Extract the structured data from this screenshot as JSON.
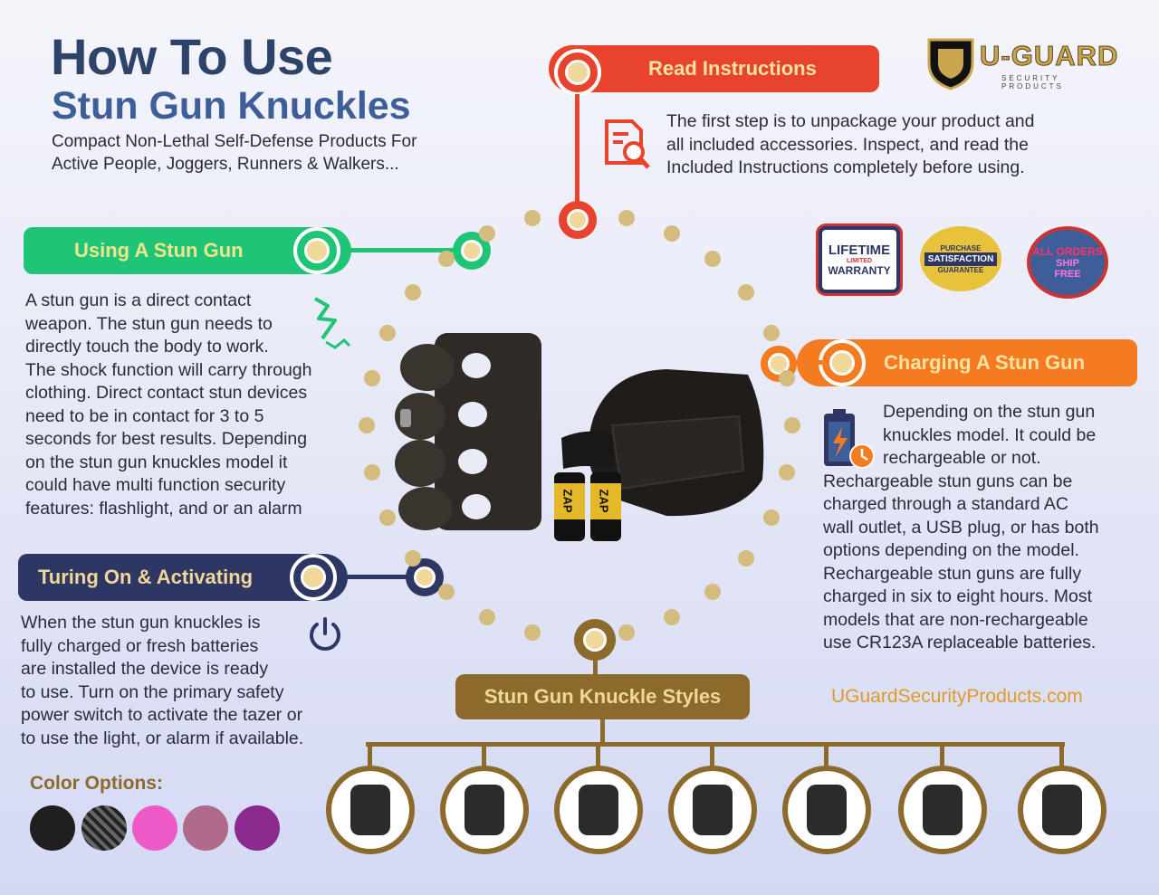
{
  "header": {
    "title": "How To Use",
    "subtitle": "Stun Gun Knuckles",
    "tagline_line1": "Compact Non-Lethal Self-Defense Products For",
    "tagline_line2": "Active People, Joggers, Runners & Walkers..."
  },
  "brand": {
    "name": "U-GUARD",
    "sub": "SECURITY PRODUCTS",
    "website": "UGuardSecurityProducts.com"
  },
  "sections": {
    "read": {
      "title": "Read Instructions",
      "line1": "The first step is to unpackage your product and",
      "line2": "all included accessories. Inspect, and read the",
      "line3": "Included Instructions completely before using."
    },
    "using": {
      "title": "Using A Stun Gun",
      "line1": "A stun gun is a direct contact",
      "line2": "weapon. The stun gun needs to",
      "line3": "directly touch the body to work.",
      "line4": "The shock function will carry through",
      "line5": "clothing. Direct contact stun devices",
      "line6": "need to be in contact for 3 to 5",
      "line7": "seconds for best results. Depending",
      "line8": "on the stun gun knuckles model it",
      "line9": "could have multi function security",
      "line10": "features: flashlight, and or an alarm"
    },
    "charging": {
      "title": "Charging A Stun Gun",
      "line1": "Depending on the stun gun",
      "line2": "knuckles model. It could be",
      "line3": "rechargeable or not.",
      "line4": "Rechargeable stun guns can be",
      "line5": "charged through a standard AC",
      "line6": "wall outlet, a USB plug, or has both",
      "line7": "options depending on the model.",
      "line8": "Rechargeable stun guns are fully",
      "line9": "charged in six to eight hours. Most",
      "line10": "models that are non-rechargeable",
      "line11": "use CR123A replaceable batteries."
    },
    "turning": {
      "title": "Turing On & Activating",
      "line1": "When the stun gun knuckles is",
      "line2": "fully charged or fresh batteries",
      "line3": "are installed the device is ready",
      "line4": "to use. Turn on the primary safety",
      "line5": "power switch to activate the tazer or",
      "line6": "to use the light, or alarm if available."
    },
    "styles": {
      "title": "Stun Gun Knuckle Styles"
    }
  },
  "badges": {
    "lifetime": {
      "top": "LIFETIME",
      "mid": "LIMITED",
      "bottom": "WARRANTY"
    },
    "satisfaction": {
      "top": "PURCHASE",
      "mid": "SATISFACTION",
      "bottom": "GUARANTEE"
    },
    "shipping": {
      "top": "ALL ORDERS",
      "mid": "SHIP",
      "bottom": "FREE"
    }
  },
  "battery_label": "ZAP",
  "battery_model": "CR123A",
  "color_options": {
    "label": "Color Options:",
    "swatches": [
      "#1f1f1f",
      "#3a3a3a",
      "#ee5bc8",
      "#b06a8a",
      "#8a2a8e"
    ]
  },
  "colors": {
    "navy": "#2d4369",
    "blue": "#3e5e99",
    "red": "#e8432c",
    "green": "#1fc576",
    "orange": "#f47b20",
    "darknavy": "#2e3763",
    "gold": "#8b6a2c",
    "dot": "#d4bc7e"
  }
}
